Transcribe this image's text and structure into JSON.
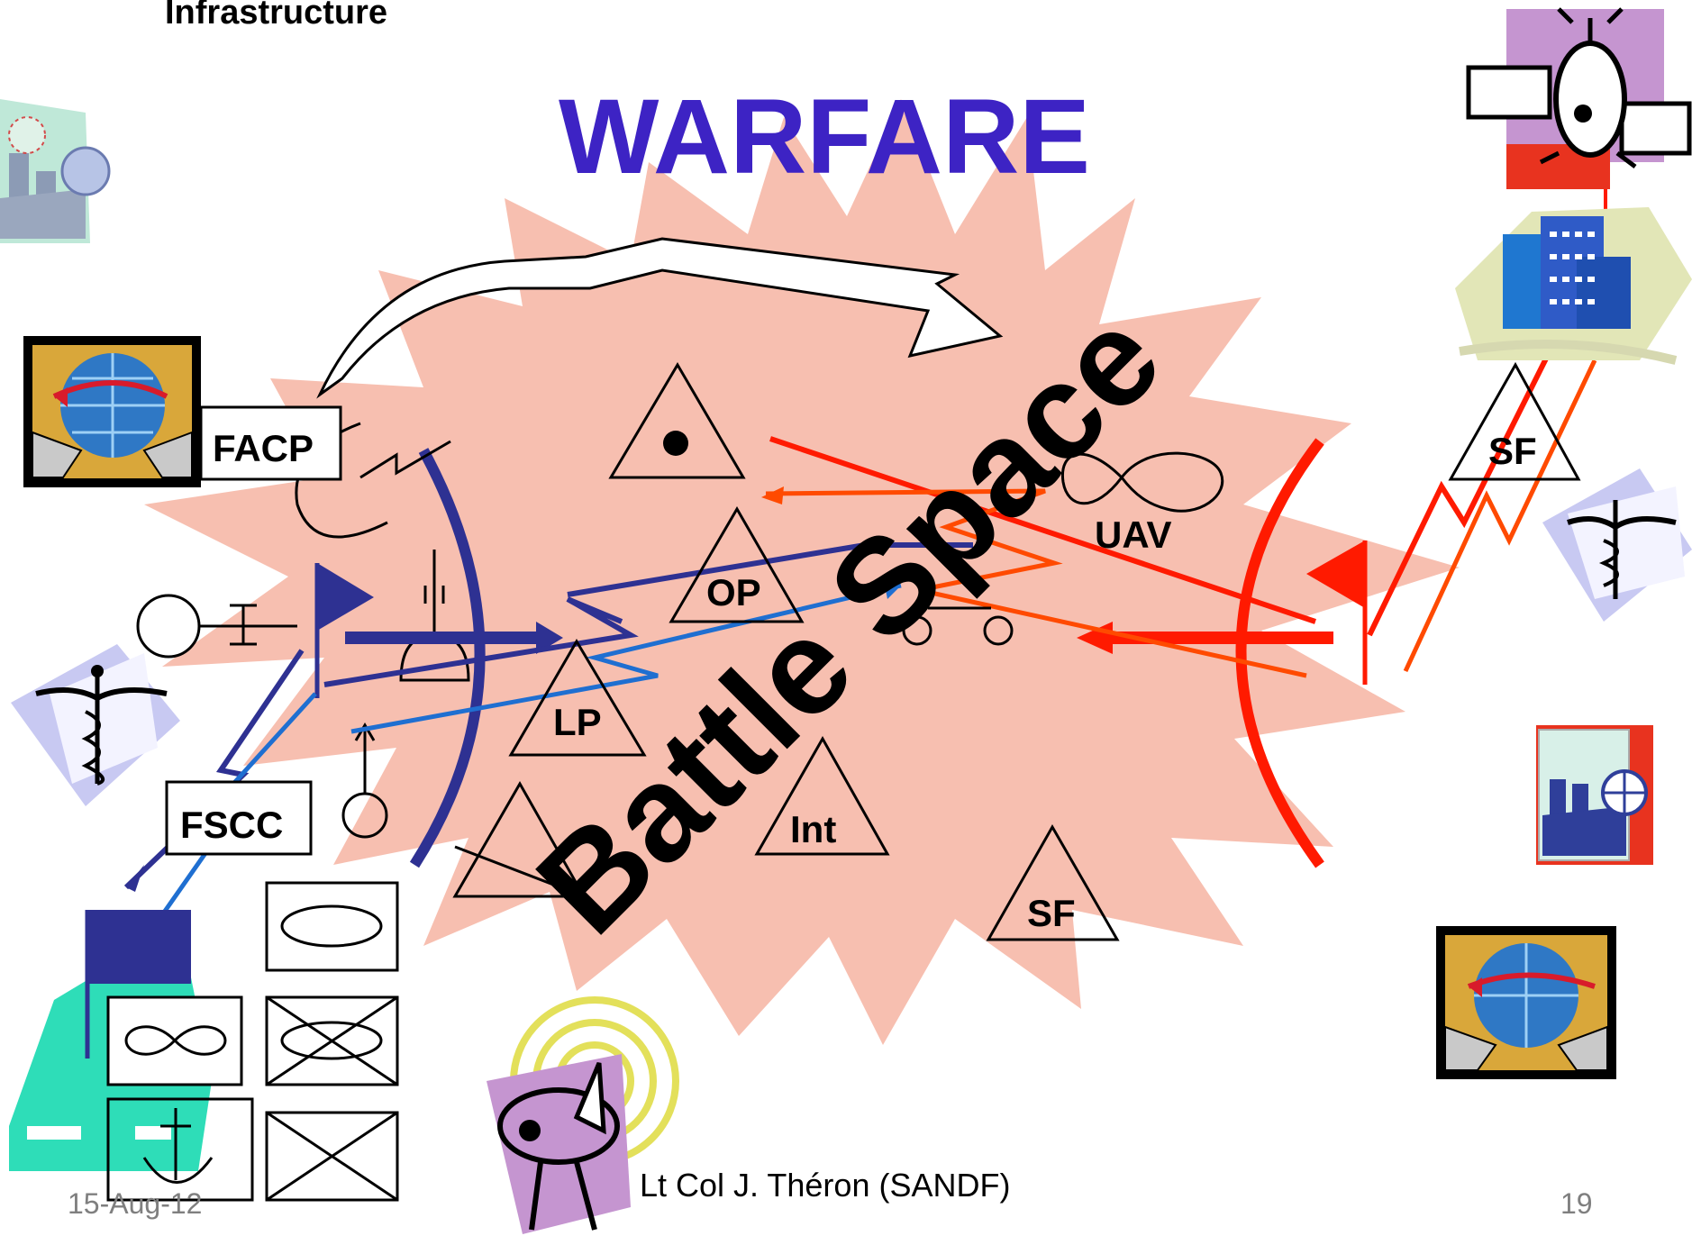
{
  "slide": {
    "heading": "Infrastructure",
    "title": "WARFARE",
    "battle_space": "Battle Space",
    "footer_date": "15-Aug-12",
    "footer_author": "Lt Col J. Théron (SANDF)",
    "page_number": "19"
  },
  "labels": {
    "facp": "FACP",
    "fscc": "FSCC",
    "op": "OP",
    "lp": "LP",
    "int": "Int",
    "sf_center": "SF",
    "sf_right": "SF",
    "uav": "UAV"
  },
  "colors": {
    "burst": "#F7BFB0",
    "title": "#3D23C4",
    "friendly": "#2E3192",
    "friendly_light": "#1F6FD1",
    "enemy": "#FF1A00",
    "enemy_orange": "#FF4A00"
  },
  "icons": [
    "satellite-icon",
    "city-buildings-icon",
    "factory-globe-icon",
    "network-computers-icon",
    "caduceus-icon",
    "radar-dish-icon",
    "hospital-building-icon"
  ]
}
